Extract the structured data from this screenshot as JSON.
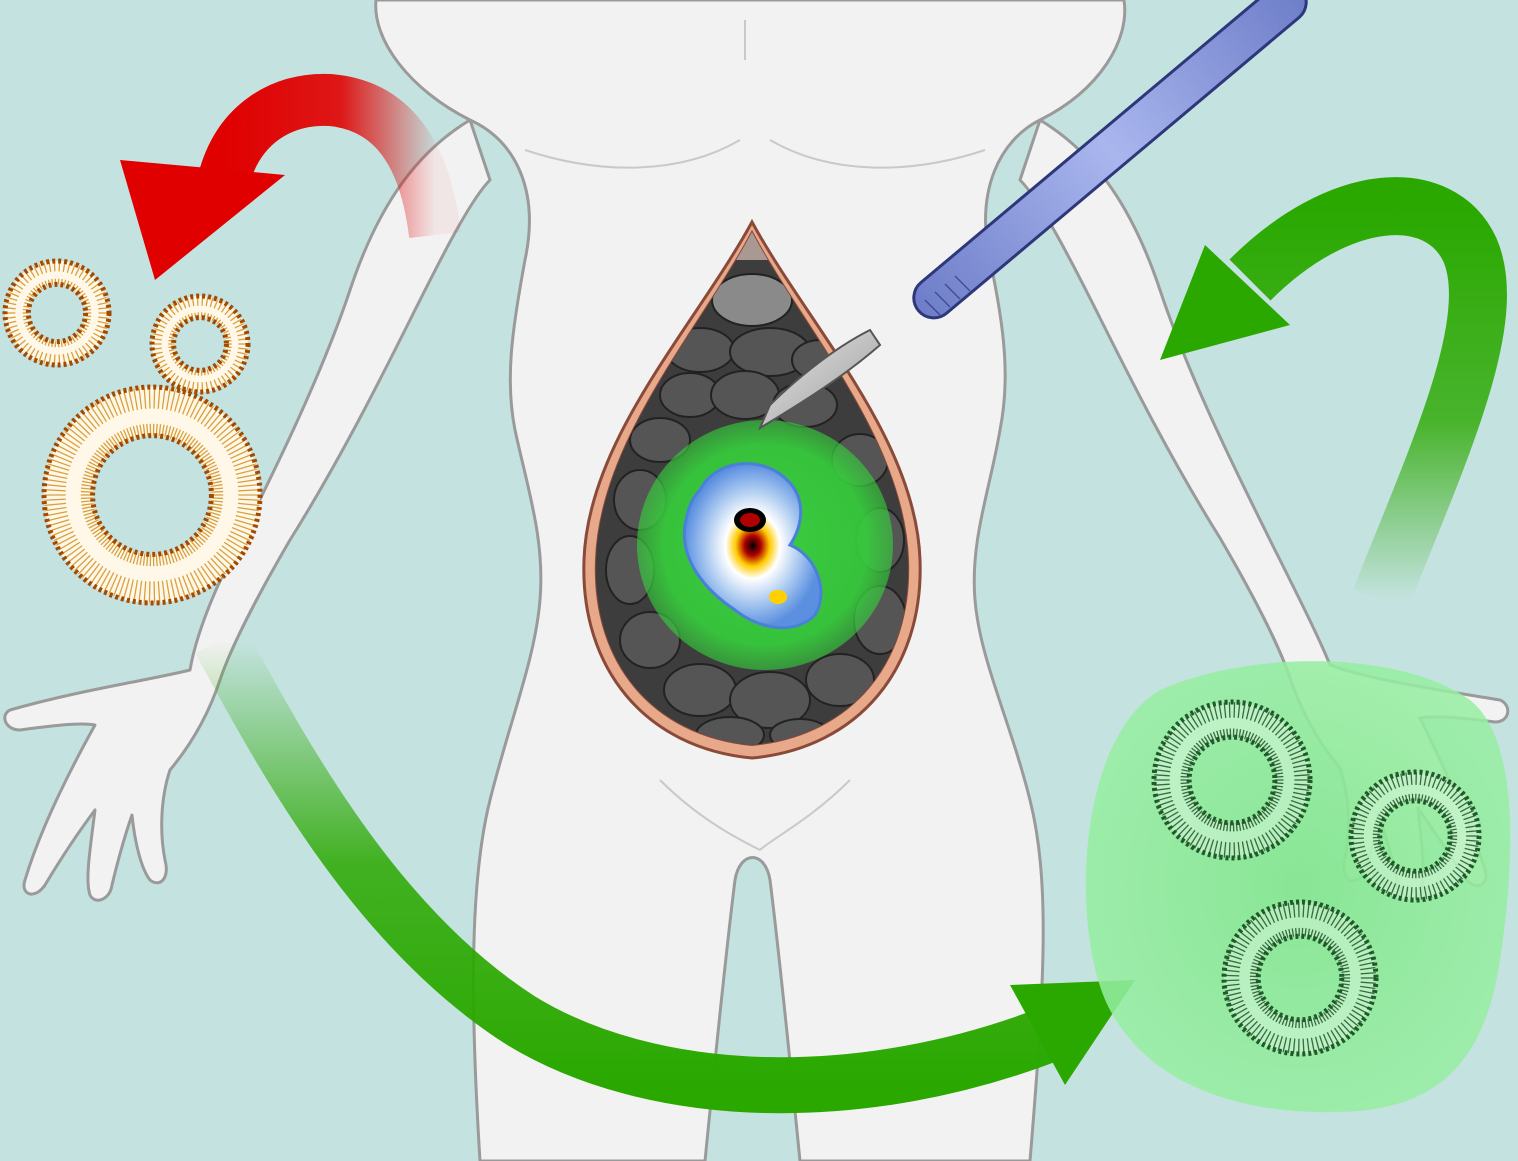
{
  "scene": {
    "subject": "human-body-silhouette",
    "procedure": "abdominal-surgery-with-scalpel",
    "tumor": "fluorescence-heatmap-region"
  },
  "colors": {
    "background": "#c4e3e0",
    "body_fill": "#f2f2f2",
    "body_stroke": "#9a9a9a",
    "red_arrow": "#e00000",
    "green_arrow": "#2aa800",
    "liposome_orange": "#e89a10",
    "liposome_head": "#a34a00",
    "liposome_dark": "#1f5a28",
    "green_glow": "#34d43a",
    "pale_green_blob": "#8fe99a",
    "scalpel_handle": "#7f8fd6",
    "incision_rim": "#d9837a",
    "bowel": "#4b4b4b"
  },
  "icons": [
    "scalpel-icon",
    "liposome-icon",
    "arrow-icon"
  ],
  "liposome_groups": [
    {
      "name": "unmodified-liposomes",
      "count": 3,
      "color": "orange"
    },
    {
      "name": "targeted-liposomes",
      "count": 3,
      "color": "dark-green"
    }
  ],
  "arrows": [
    {
      "name": "red-return-arrow",
      "color": "red"
    },
    {
      "name": "green-delivery-arrow",
      "color": "green"
    },
    {
      "name": "green-return-arrow",
      "color": "green"
    }
  ]
}
